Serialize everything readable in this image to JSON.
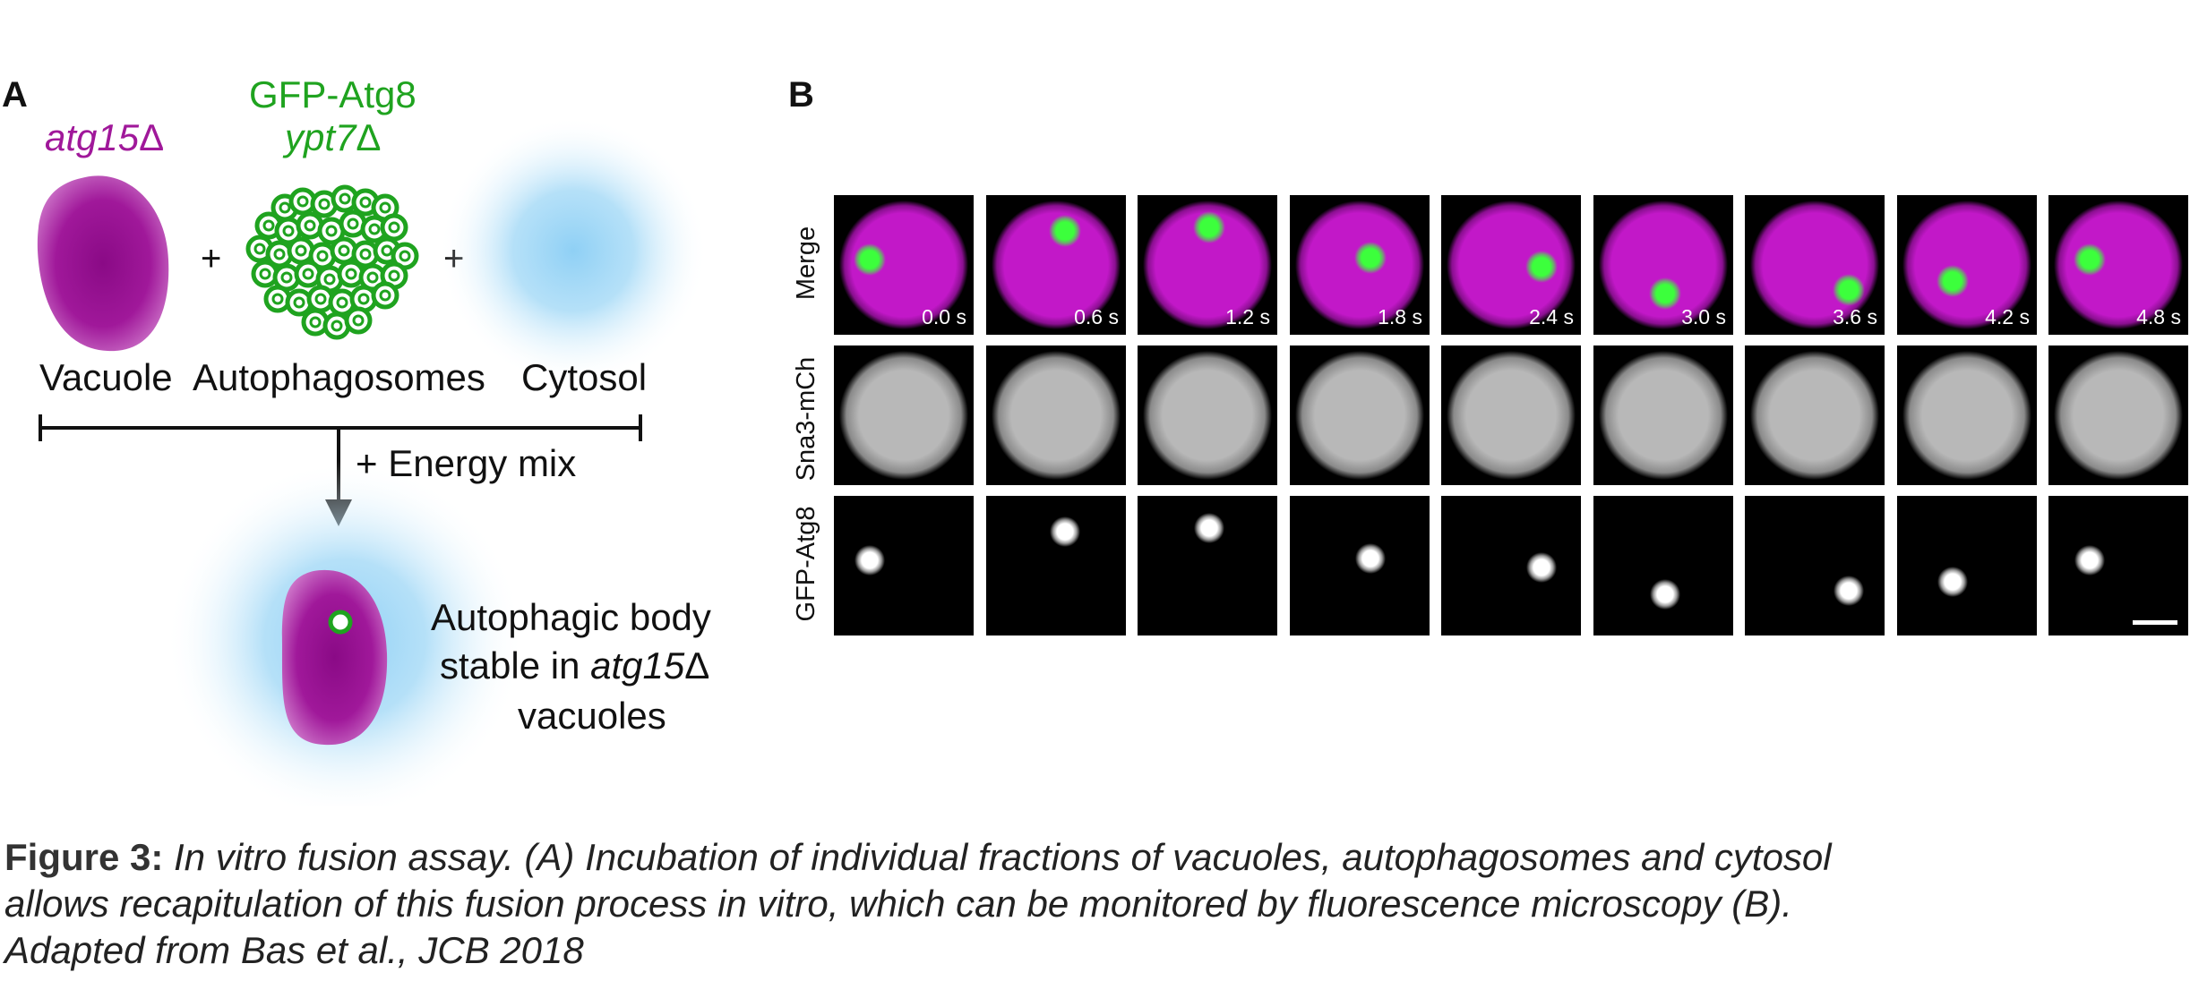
{
  "panel_a": {
    "letter": "A",
    "vacuole_strain": "atg15",
    "delta": "Δ",
    "autophagosome_line1": "GFP-Atg8",
    "autophagosome_line2": "ypt7",
    "plus": "+",
    "labels": [
      "Vacuole",
      "Autophagosomes",
      "Cytosol"
    ],
    "energy_mix": "+ Energy mix",
    "result_line1": "Autophagic body",
    "result_line2_prefix": "stable in ",
    "result_line2_italic": "atg15",
    "result_line3": "vacuoles",
    "colors": {
      "vacuole": "#a0189a",
      "autophagosome": "#1fa31f",
      "cytosol": "#8fd0f5"
    }
  },
  "panel_b": {
    "letter": "B",
    "row_labels": [
      "Merge",
      "Sna3-mCh",
      "GFP-Atg8"
    ],
    "timepoints": [
      "0.0 s",
      "0.6 s",
      "1.2 s",
      "1.8 s",
      "2.4 s",
      "3.0 s",
      "3.6 s",
      "4.2 s",
      "4.8 s"
    ]
  },
  "caption": {
    "bold": "Figure 3:",
    "text_line1": "In vitro fusion assay. (A) Incubation of individual fractions of vacuoles, autophagosomes and cytosol",
    "text_line2": "allows recapitulation of this fusion process in vitro, which can be monitored by fluorescence microscopy (B).",
    "text_line3": "Adapted from Bas et al., JCB 2018"
  }
}
